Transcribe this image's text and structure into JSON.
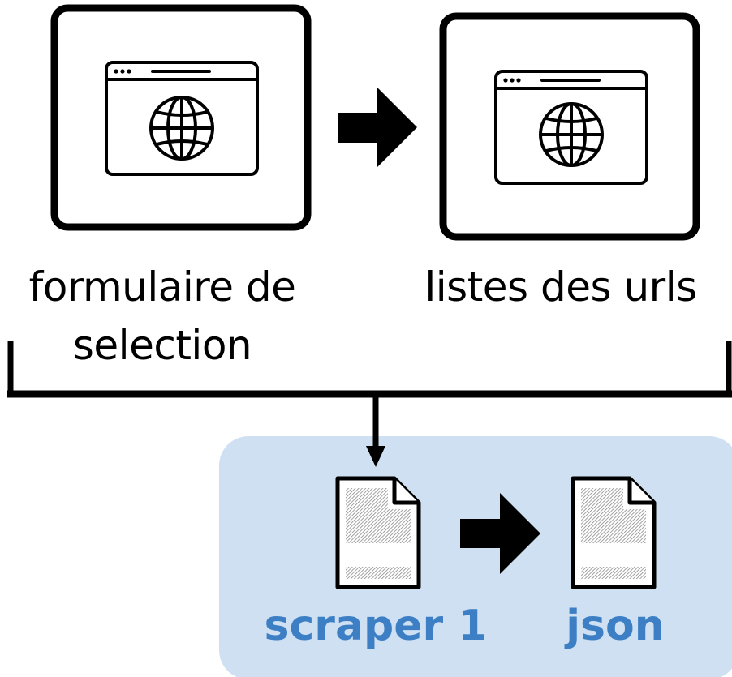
{
  "nodes": {
    "form": {
      "label_line1": "formulaire de",
      "label_line2": "selection",
      "icon": "web-browser-globe-icon"
    },
    "urls": {
      "label": "listes des urls",
      "icon": "web-browser-globe-icon"
    },
    "scraper": {
      "label": "scraper 1",
      "icon": "document-icon"
    },
    "json": {
      "label": "json",
      "icon": "document-icon"
    }
  },
  "colors": {
    "stroke": "#000000",
    "group_fill": "#cfe0f3",
    "accent_text": "#3d7fc4",
    "document_hatch": "#8a8a8a"
  }
}
